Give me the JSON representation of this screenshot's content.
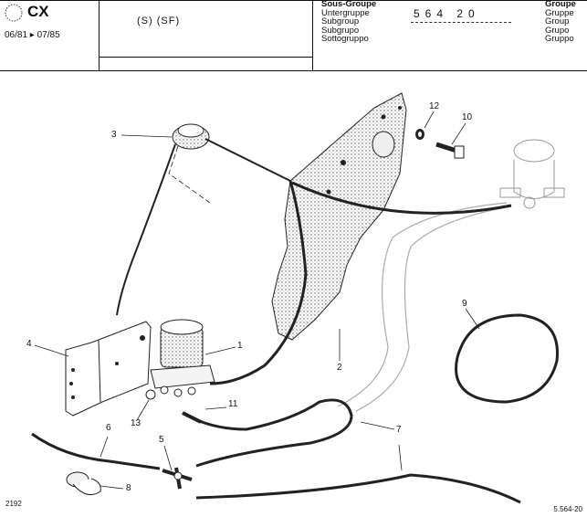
{
  "header": {
    "model": "CX",
    "date_range": "06/81 ▸ 07/85",
    "variants": "(S) (SF)",
    "subgroup_labels": [
      "Sous-Groupe",
      "Untergruppe",
      "Subgroup",
      "Subgrupo",
      "Sottogruppo"
    ],
    "subgroup_code": "564 20",
    "group_labels": [
      "Groupe",
      "Gruppe",
      "Group",
      "Grupo",
      "Gruppo"
    ]
  },
  "callouts": {
    "c1": "1",
    "c2": "2",
    "c3": "3",
    "c4": "4",
    "c5": "5",
    "c6": "6",
    "c7": "7",
    "c8": "8",
    "c9": "9",
    "c10": "10",
    "c11": "11",
    "c12": "12",
    "c13": "13"
  },
  "footer": {
    "left_number": "2192",
    "right_ref": "5.564-20"
  }
}
